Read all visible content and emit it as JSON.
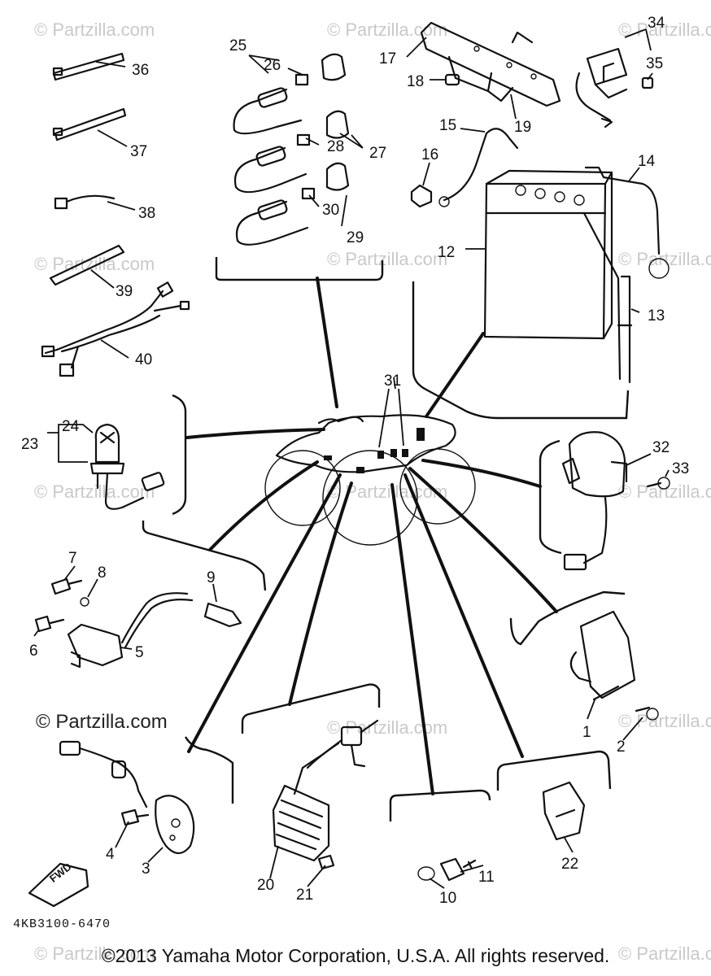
{
  "diagram": {
    "code": "4KB3100-6470",
    "copyright": "©2013 Yamaha Motor Corporation, U.S.A. All rights reserved.",
    "brand_watermark": "© Partzilla.com",
    "faint_watermark": "© Partzilla.com",
    "front_indicator": "FWD"
  },
  "callouts": {
    "n1": "1",
    "n2": "2",
    "n3": "3",
    "n4": "4",
    "n5": "5",
    "n6": "6",
    "n7": "7",
    "n8": "8",
    "n9": "9",
    "n10": "10",
    "n11": "11",
    "n12": "12",
    "n13": "13",
    "n14": "14",
    "n15": "15",
    "n16": "16",
    "n17": "17",
    "n18": "18",
    "n19": "19",
    "n20": "20",
    "n21": "21",
    "n22": "22",
    "n23": "23",
    "n24": "24",
    "n25": "25",
    "n26": "26",
    "n27": "27",
    "n28": "28",
    "n29": "29",
    "n30": "30",
    "n31": "31",
    "n32": "32",
    "n33": "33",
    "n34": "34",
    "n35": "35",
    "n36": "36",
    "n37": "37",
    "n38": "38",
    "n39": "39",
    "n40": "40"
  }
}
